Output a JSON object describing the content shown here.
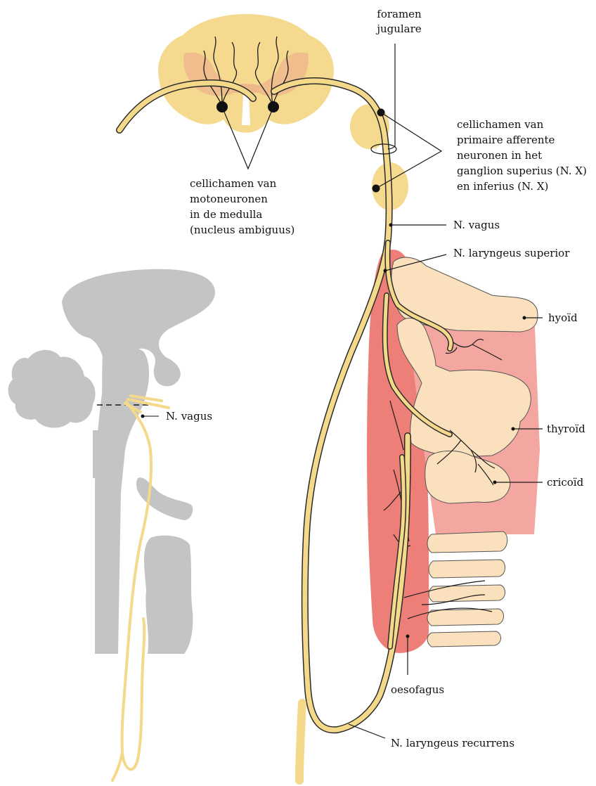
{
  "colors": {
    "nerve": "#f5d98b",
    "nerve_outline": "#2a2a2a",
    "medulla": "#f4d98e",
    "medulla_inner": "#efb88c",
    "silhouette": "#c4c4c4",
    "muscle": "#f3a7a0",
    "muscle_dark": "#ee7f78",
    "cartilage": "#fbe0bd",
    "ganglion": "#f4d98e"
  },
  "labels": {
    "foramen": [
      "foramen",
      "jugulare"
    ],
    "afferent": [
      "cellichamen van",
      "primaire afferente",
      "neuronen in het",
      "ganglion superius (N. X)",
      "en inferius (N. X)"
    ],
    "motoneurons": [
      "cellichamen van",
      "motoneuronen",
      "in de medulla",
      "(nucleus ambiguus)"
    ],
    "vagus_right": "N. vagus",
    "laryngeus_superior": "N. laryngeus superior",
    "hyoid": "hyoïd",
    "thyroid": "thyroïd",
    "cricoid": "cricoïd",
    "oesofagus": "oesofagus",
    "laryngeus_recurrens": "N. laryngeus recurrens",
    "vagus_left": "N. vagus"
  }
}
